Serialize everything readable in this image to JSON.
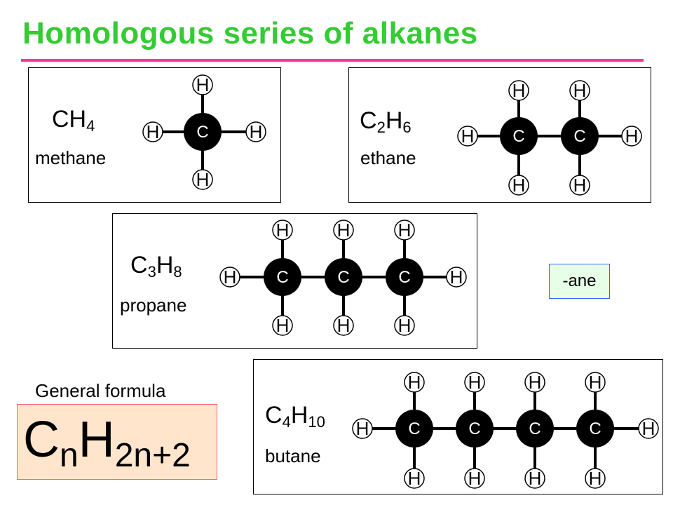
{
  "slide": {
    "title": "Homologous series of alkanes",
    "accent_colors": {
      "title": "#33cc33",
      "rule": "#ff3399"
    }
  },
  "molecules": [
    {
      "id": "methane",
      "formula": [
        "CH",
        "4"
      ],
      "name": "methane",
      "carbon_count": 1
    },
    {
      "id": "ethane",
      "formula": [
        "C",
        "2",
        "H",
        "6"
      ],
      "name": "ethane",
      "carbon_count": 2
    },
    {
      "id": "propane",
      "formula": [
        "C",
        "3",
        "H",
        "8"
      ],
      "name": "propane",
      "carbon_count": 3
    },
    {
      "id": "butane",
      "formula": [
        "C",
        "4",
        "H",
        "10"
      ],
      "name": "butane",
      "carbon_count": 4
    }
  ],
  "atoms": {
    "carbon": "C",
    "hydrogen": "H"
  },
  "suffix": "-ane",
  "general_formula": {
    "label": "General formula",
    "parts": [
      "C",
      "n",
      "H",
      "2n+2"
    ]
  }
}
